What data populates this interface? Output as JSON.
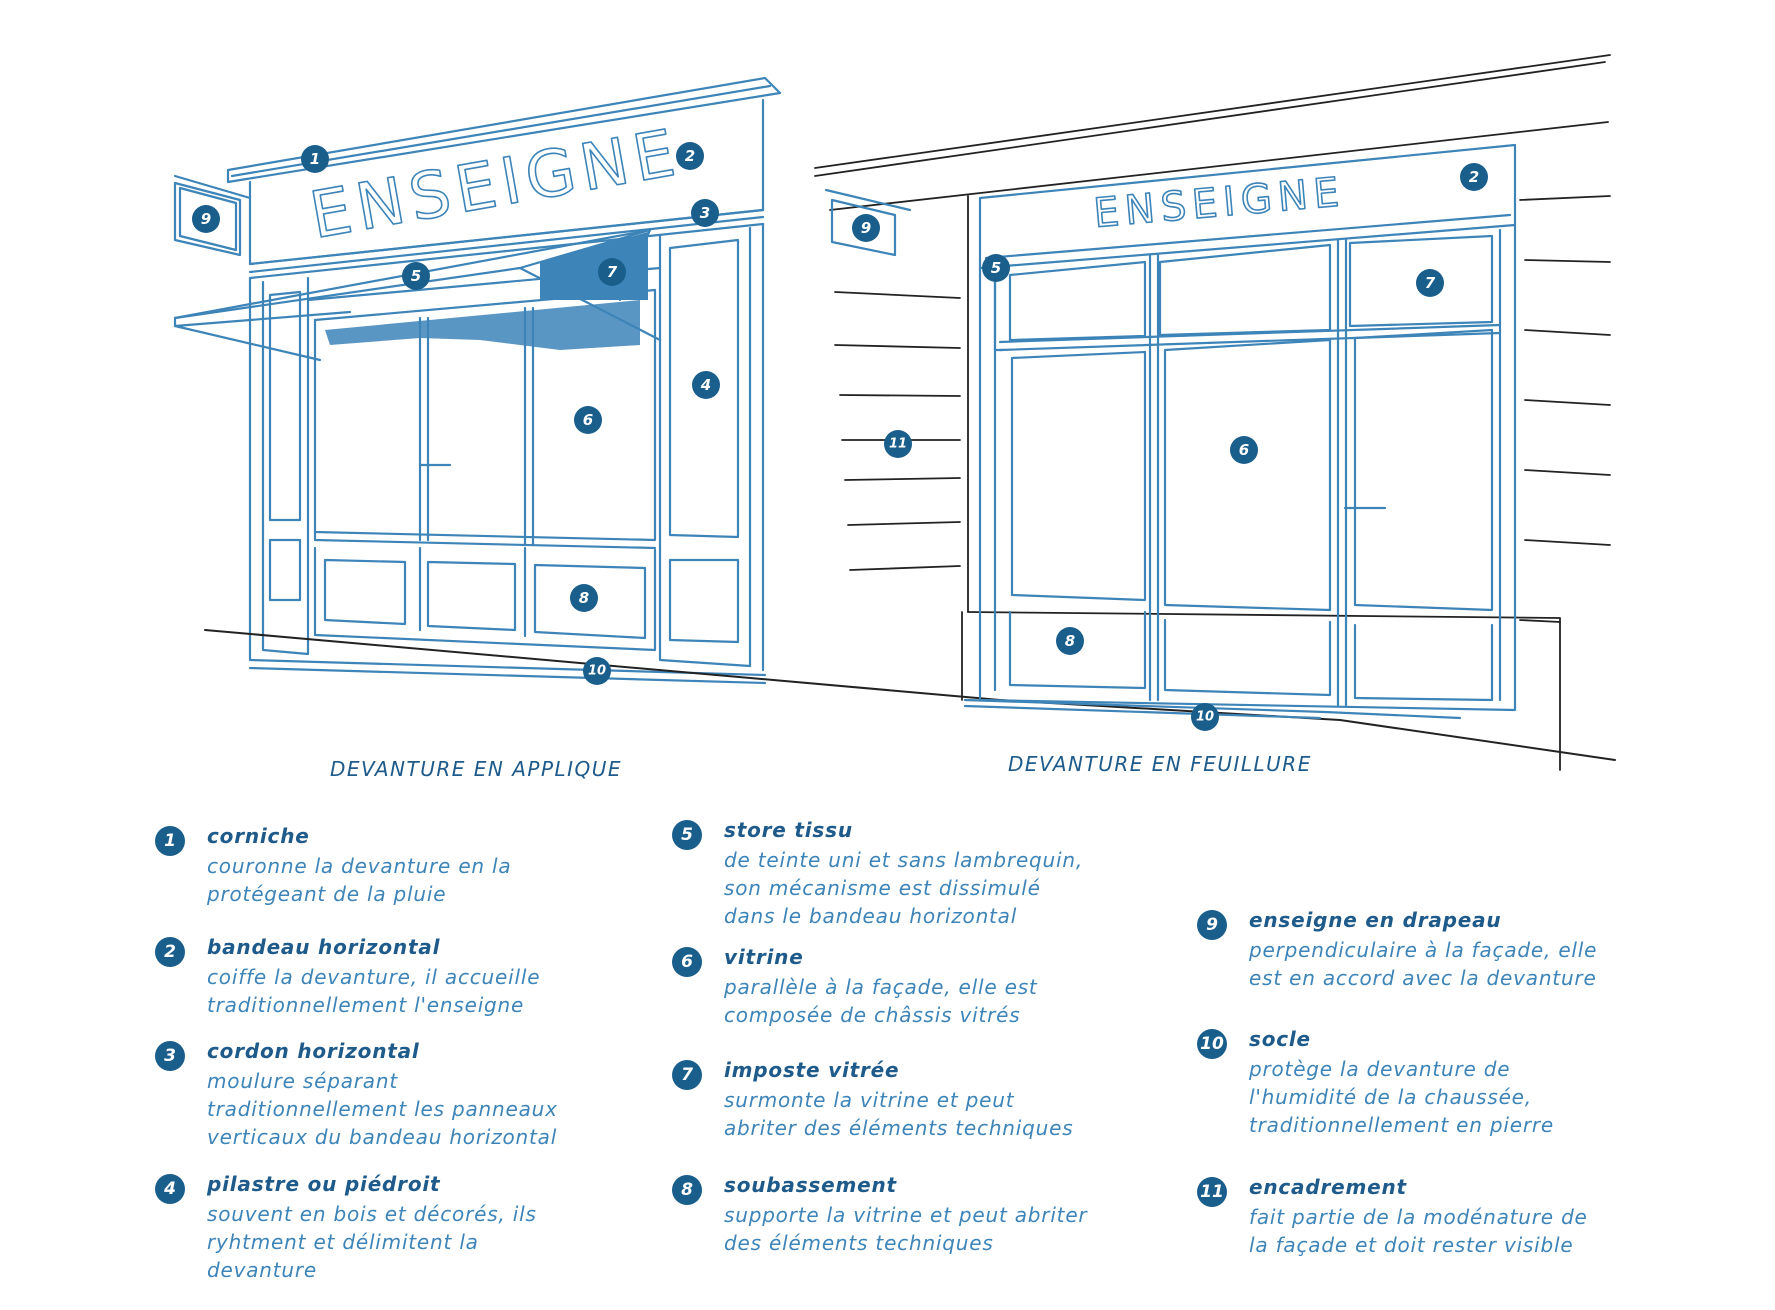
{
  "sketch": {
    "left_sign": "ENSEIGNE",
    "right_sign": "ENSEIGNE",
    "left_caption": "DEVANTURE EN APPLIQUE",
    "right_caption": "DEVANTURE EN FEUILLURE",
    "markers": [
      "1",
      "2",
      "3",
      "4",
      "5",
      "6",
      "7",
      "8",
      "9",
      "10",
      "11"
    ]
  },
  "legend": [
    {
      "num": "1",
      "term": "corniche",
      "desc": "couronne la devanture en la\nprotégeant de la pluie"
    },
    {
      "num": "2",
      "term": "bandeau horizontal",
      "desc": "coiffe la devanture, il accueille\ntraditionnellement l'enseigne"
    },
    {
      "num": "3",
      "term": "cordon horizontal",
      "desc": "moulure séparant\ntraditionnellement les panneaux\nverticaux du bandeau horizontal"
    },
    {
      "num": "4",
      "term": "pilastre ou piédroit",
      "desc": "souvent en bois et décorés, ils\nryhtment et délimitent la devanture"
    },
    {
      "num": "5",
      "term": "store tissu",
      "desc": "de teinte uni et sans lambrequin,\nson mécanisme est dissimulé\ndans le bandeau horizontal"
    },
    {
      "num": "6",
      "term": "vitrine",
      "desc": "parallèle à la façade, elle est\ncomposée de châssis vitrés"
    },
    {
      "num": "7",
      "term": "imposte vitrée",
      "desc": "surmonte la vitrine et peut\nabriter des éléments techniques"
    },
    {
      "num": "8",
      "term": "soubassement",
      "desc": "supporte la vitrine et peut abriter\ndes éléments techniques"
    },
    {
      "num": "9",
      "term": "enseigne en drapeau",
      "desc": "perpendiculaire à la façade, elle\nest en accord avec la devanture"
    },
    {
      "num": "10",
      "term": "socle",
      "desc": "protège la devanture de\nl'humidité de la chaussée,\ntraditionnellement en pierre"
    },
    {
      "num": "11",
      "term": "encadrement",
      "desc": "fait partie de la modénature de\nla façade et doit rester visible"
    }
  ],
  "colors": {
    "badge": "#1a5e8c",
    "sketch": "#3d84b8",
    "ink": "#222222",
    "term": "#1e5a8a",
    "desc": "#3d84b8"
  }
}
